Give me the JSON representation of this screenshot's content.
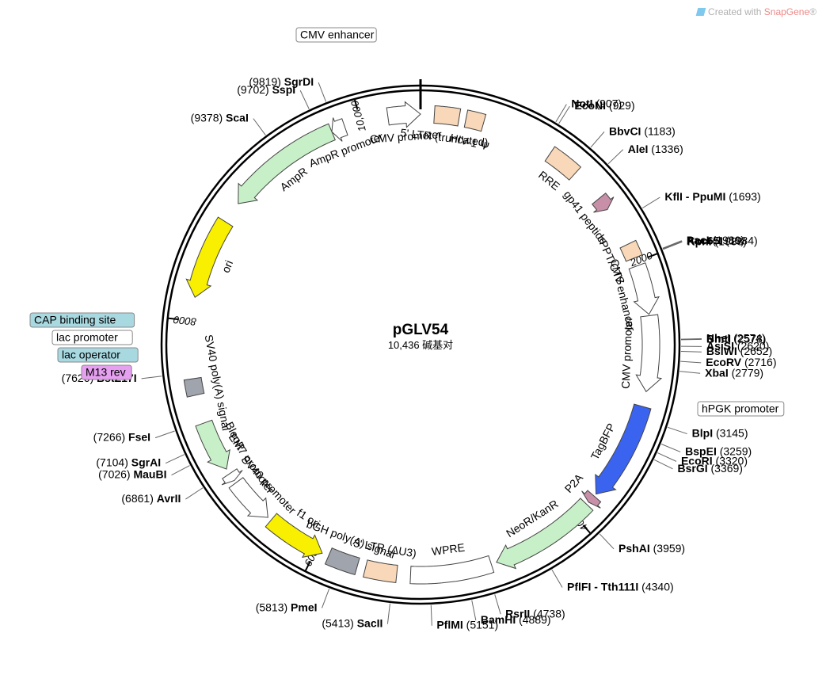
{
  "watermark": {
    "prefix": "Created with",
    "brand": "SnapGene",
    "suffix": "®"
  },
  "plasmid": {
    "name": "pGLV54",
    "size_text": "10,436 碱基对",
    "length": 10436
  },
  "colors": {
    "outline": "#000000",
    "leader": "#666666"
  },
  "ticks": [
    {
      "pos": 0,
      "label": ""
    },
    {
      "pos": 2000,
      "label": "2000"
    },
    {
      "pos": 4000,
      "label": "4000"
    },
    {
      "pos": 6000,
      "label": "6000"
    },
    {
      "pos": 8000,
      "label": "8000"
    },
    {
      "pos": 10000,
      "label": "10,000"
    }
  ],
  "sites": [
    {
      "name": "NotI",
      "pos": 907
    },
    {
      "name": "EcoNI",
      "pos": 929
    },
    {
      "name": "BbvCI",
      "pos": 1183
    },
    {
      "name": "AleI",
      "pos": 1336
    },
    {
      "name": "KflI - PpuMI",
      "pos": 1693
    },
    {
      "name": "PacI",
      "pos": 1980
    },
    {
      "name": "Acc65I",
      "pos": 1984
    },
    {
      "name": "KpnI",
      "pos": 1988
    },
    {
      "name": "NheI",
      "pos": 2574
    },
    {
      "name": "BmtI",
      "pos": 2578
    },
    {
      "name": "AsiSI",
      "pos": 2620
    },
    {
      "name": "BsiWI",
      "pos": 2652
    },
    {
      "name": "EcoRV",
      "pos": 2716
    },
    {
      "name": "XbaI",
      "pos": 2779
    },
    {
      "name": "BlpI",
      "pos": 3145
    },
    {
      "name": "BspEI",
      "pos": 3259
    },
    {
      "name": "EcoRI",
      "pos": 3320
    },
    {
      "name": "BsrGI",
      "pos": 3369
    },
    {
      "name": "PshAI",
      "pos": 3959
    },
    {
      "name": "PflFI - Tth111I",
      "pos": 4340
    },
    {
      "name": "RsrII",
      "pos": 4738
    },
    {
      "name": "BamHI",
      "pos": 4889
    },
    {
      "name": "PflMI",
      "pos": 5151
    },
    {
      "name": "SacII",
      "pos": 5413
    },
    {
      "name": "PmeI",
      "pos": 5813
    },
    {
      "name": "AvrII",
      "pos": 6861
    },
    {
      "name": "MauBI",
      "pos": 7026
    },
    {
      "name": "SgrAI",
      "pos": 7104
    },
    {
      "name": "FseI",
      "pos": 7266
    },
    {
      "name": "BstZ17I",
      "pos": 7626
    },
    {
      "name": "ScaI",
      "pos": 9378
    },
    {
      "name": "SspI",
      "pos": 9702
    },
    {
      "name": "SgrDI",
      "pos": 9819
    }
  ],
  "boxed_features": [
    {
      "label": "CMV enhancer",
      "color": "#ffffff"
    },
    {
      "label": "hPGK promoter",
      "color": "#ffffff"
    },
    {
      "label": "CAP binding site",
      "color": "#a8d8e0"
    },
    {
      "label": "lac promoter",
      "color": "#ffffff"
    },
    {
      "label": "lac operator",
      "color": "#a8d8e0"
    },
    {
      "label": "M13 rev",
      "color": "#e6a0f0"
    }
  ],
  "features": [
    {
      "name": "CMV promoter",
      "start": 10200,
      "end": 10436,
      "dir": 1,
      "color": "#ffffff",
      "type": "arrow"
    },
    {
      "name": "5' LTR (truncated)",
      "start": 100,
      "end": 280,
      "dir": 0,
      "color": "#f8d8b8",
      "type": "box"
    },
    {
      "name": "HIV-1 Ψ",
      "start": 330,
      "end": 460,
      "dir": 0,
      "color": "#f8d8b8",
      "type": "box"
    },
    {
      "name": "RRE",
      "start": 990,
      "end": 1220,
      "dir": 0,
      "color": "#f8d8b8",
      "type": "box"
    },
    {
      "name": "gp41 peptide",
      "start": 1470,
      "end": 1570,
      "dir": 1,
      "color": "#c890a8",
      "type": "arrow"
    },
    {
      "name": "cPPT/CTS",
      "start": 1860,
      "end": 1970,
      "dir": 0,
      "color": "#f8d8b8",
      "type": "box"
    },
    {
      "name": "CMV enhancer",
      "start": 2030,
      "end": 2390,
      "dir": 1,
      "color": "#ffffff",
      "type": "arrow"
    },
    {
      "name": "CMV promoter",
      "start": 2400,
      "end": 2950,
      "dir": 1,
      "color": "#ffffff",
      "type": "arrow"
    },
    {
      "name": "TagBFP",
      "start": 3060,
      "end": 3780,
      "dir": 1,
      "color": "#3a64f0",
      "type": "arrow",
      "text_color": "#ffffff"
    },
    {
      "name": "P2A",
      "start": 3800,
      "end": 3860,
      "dir": 1,
      "color": "#c890a8",
      "type": "arrow"
    },
    {
      "name": "NeoR/KanR",
      "start": 3880,
      "end": 4660,
      "dir": 1,
      "color": "#c8f0c8",
      "type": "arrow"
    },
    {
      "name": "WPRE",
      "start": 4700,
      "end": 5290,
      "dir": 0,
      "color": "#ffffff",
      "type": "box"
    },
    {
      "name": "3' LTR (ΔU3)",
      "start": 5390,
      "end": 5620,
      "dir": 0,
      "color": "#f8d8b8",
      "type": "box"
    },
    {
      "name": "bGH poly(A) signal",
      "start": 5680,
      "end": 5900,
      "dir": 0,
      "color": "#a0a4ac",
      "type": "box"
    },
    {
      "name": "f1 ori",
      "start": 5950,
      "end": 6390,
      "dir": -1,
      "color": "#f8f000",
      "type": "arrow"
    },
    {
      "name": "SV40 promoter",
      "start": 6420,
      "end": 6760,
      "dir": -1,
      "color": "#ffffff",
      "type": "arrow"
    },
    {
      "name": "EM7 promoter",
      "start": 6780,
      "end": 6840,
      "dir": -1,
      "color": "#ffffff",
      "type": "arrow"
    },
    {
      "name": "BleoR",
      "start": 6880,
      "end": 7250,
      "dir": -1,
      "color": "#c8f0c8",
      "type": "arrow"
    },
    {
      "name": "SV40 poly(A) signal",
      "start": 7460,
      "end": 7580,
      "dir": 0,
      "color": "#a0a4ac",
      "type": "box"
    },
    {
      "name": "ori",
      "start": 8170,
      "end": 8760,
      "dir": -1,
      "color": "#f8f000",
      "type": "arrow"
    },
    {
      "name": "AmpR",
      "start": 8920,
      "end": 9780,
      "dir": -1,
      "color": "#c8f0c8",
      "type": "arrow"
    },
    {
      "name": "AmpR promoter",
      "start": 9780,
      "end": 9880,
      "dir": -1,
      "color": "#ffffff",
      "type": "arrow"
    }
  ]
}
